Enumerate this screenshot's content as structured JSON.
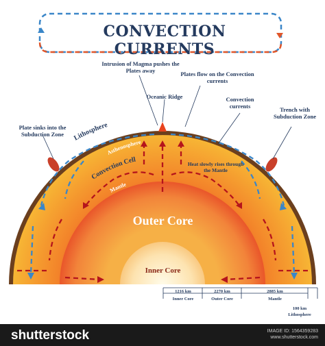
{
  "title": "CONVECTION CURRENTS",
  "labels": {
    "intrusion": "Intrusion of Magma pushes the Plates away",
    "plates_flow": "Plates flow on the Convection currents",
    "oceanic_ridge": "Oceanic Ridge",
    "convection_currents": "Convection currents",
    "plate_sinks": "Plate sinks into the Subduction Zone",
    "trench": "Trench with Subduction Zone",
    "lithosphere": "Lithosphere",
    "asthenosphere": "Asthenosphere",
    "convection_cell": "Convection Cell",
    "mantle": "Mantle",
    "heat_rises": "Heat slowly rises through the Mantle",
    "outer_core": "Outer Core",
    "inner_core": "Inner Core"
  },
  "scale": {
    "inner_core_km": "1216 km",
    "inner_core_label": "Inner Core",
    "outer_core_km": "2270 km",
    "outer_core_label": "Outer Core",
    "mantle_km": "2885 km",
    "mantle_label": "Mantle",
    "lithosphere_km": "100 km",
    "lithosphere_label": "Lithosphere"
  },
  "footer": {
    "logo": "shutterstock",
    "image_id": "IMAGE ID: 1564359283",
    "site": "www.shutterstock.com"
  },
  "colors": {
    "title_blue": "#243a5e",
    "arrow_blue": "#3a86c8",
    "arrow_red": "#b5141c",
    "crust_brown": "#6b3f1e"
  }
}
